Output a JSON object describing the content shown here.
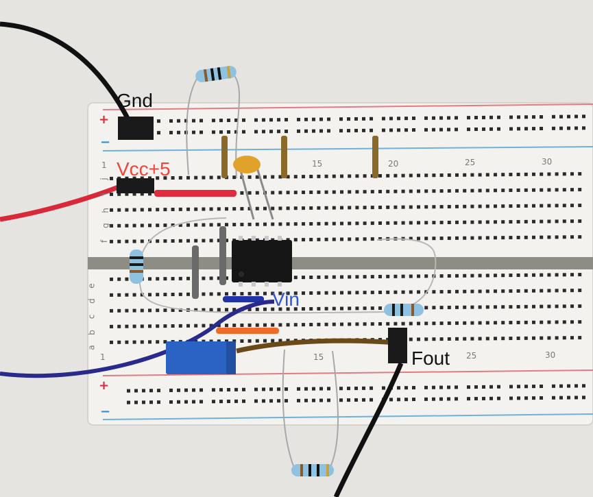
{
  "labels": {
    "gnd": {
      "text": "Gnd",
      "color": "#111111"
    },
    "vcc": {
      "text": "Vcc+5",
      "color": "#f0453a"
    },
    "vin": {
      "text": "Vin",
      "color": "#2d55d8"
    },
    "fout": {
      "text": "Fout",
      "color": "#111111"
    }
  },
  "board": {
    "top_column_numbers": [
      "1",
      "15",
      "20",
      "25",
      "30"
    ],
    "bottom_column_numbers": [
      "1",
      "15",
      "25",
      "30"
    ],
    "top_row_letters": [
      "j",
      "i",
      "h",
      "g",
      "f"
    ],
    "bottom_row_letters": [
      "e",
      "d",
      "c",
      "b",
      "a"
    ],
    "rail_signs": [
      "+",
      "−",
      "+",
      "−"
    ],
    "colors": {
      "board": "#f2f1ee",
      "red_line": "#e07b82",
      "blue_line": "#6eb1d9",
      "hole": "#2a2a2a",
      "channel": "#8d8d86"
    }
  },
  "wires": {
    "black": "#111111",
    "red": "#d8283a",
    "blue": "#2a2a8c",
    "brown": "#6b4a1a",
    "orange": "#f06a2a"
  },
  "components": {
    "ic_color": "#161616",
    "resistor_body": "#8fc2e0",
    "capacitor_color": "#e0a22a",
    "potentiometer_color": "#2b63c4"
  }
}
